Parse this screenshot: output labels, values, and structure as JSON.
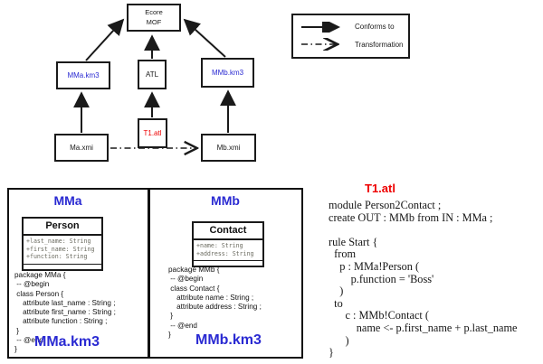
{
  "colors": {
    "accent_blue": "#2a2ad2",
    "accent_red": "#ee0000",
    "line_black": "#1a1a1a",
    "attr_gray": "#6b6b60"
  },
  "diagram": {
    "nodes": {
      "ecore": "Ecore\nMOF",
      "mma_km3": "MMa.km3",
      "atl": "ATL",
      "mmb_km3": "MMb.km3",
      "ma_xmi": "Ma.xmi",
      "t1_atl": "T1.atl",
      "mb_xmi": "Mb.xmi"
    },
    "legend": {
      "conforms_label": "Conforms to",
      "transformation_label": "Transformation"
    }
  },
  "metamodel_panel": {
    "mma": {
      "title": "MMa",
      "class_name": "Person",
      "attributes": [
        "+last_name: String",
        "+first_name: String",
        "+function: String"
      ],
      "code_lines": [
        "package MMa {",
        " -- @begin",
        " class Person {",
        "    attribute last_name : String ;",
        "    attribute first_name : String ;",
        "    attribute function : String ;",
        " }",
        " -- @end",
        "}"
      ],
      "file_label": "MMa.km3"
    },
    "mmb": {
      "title": "MMb",
      "class_name": "Contact",
      "attributes": [
        "+name: String",
        "+address: String"
      ],
      "code_lines": [
        "package MMb {",
        " -- @begin",
        " class Contact {",
        "    attribute name : String ;",
        "    attribute address : String ;",
        " }",
        " -- @end",
        "}"
      ],
      "file_label": "MMb.km3"
    }
  },
  "atl_panel": {
    "title": "T1.atl",
    "code_lines": [
      "module Person2Contact ;",
      "create OUT : MMb from IN : MMa ;",
      "",
      "rule Start {",
      "  from",
      "    p : MMa!Person (",
      "        p.function = 'Boss'",
      "    )",
      "  to",
      "      c : MMb!Contact (",
      "          name <- p.first_name + p.last_name",
      "      )",
      "}"
    ]
  }
}
